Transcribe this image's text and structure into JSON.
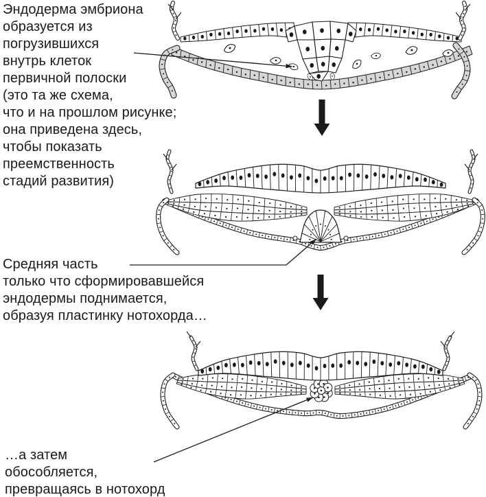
{
  "annotations": {
    "endoderm_origin": {
      "lines": [
        "Эндодерма эмбриона",
        "образуется из",
        "погрузившихся",
        "внутрь клеток",
        "первичной полоски",
        "(это та же схема,",
        "что и на прошлом рисунке;",
        "она приведена здесь,",
        "чтобы показать",
        "преемственность",
        "стадий развития)"
      ]
    },
    "notochord_plate": {
      "lines": [
        "Средняя часть",
        "только что сформировавшейся",
        "эндодермы поднимается,",
        "образуя пластинку нотохорда…"
      ]
    },
    "notochord_separation": {
      "lines": [
        "…а затем",
        "обособляется,",
        "превращаясь в нотохорд"
      ]
    }
  },
  "colors": {
    "ink": "#1a1a1a",
    "cell_fill": "#ffffff",
    "hypoblast_fill": "#d6d6d6",
    "background": "#ffffff"
  }
}
